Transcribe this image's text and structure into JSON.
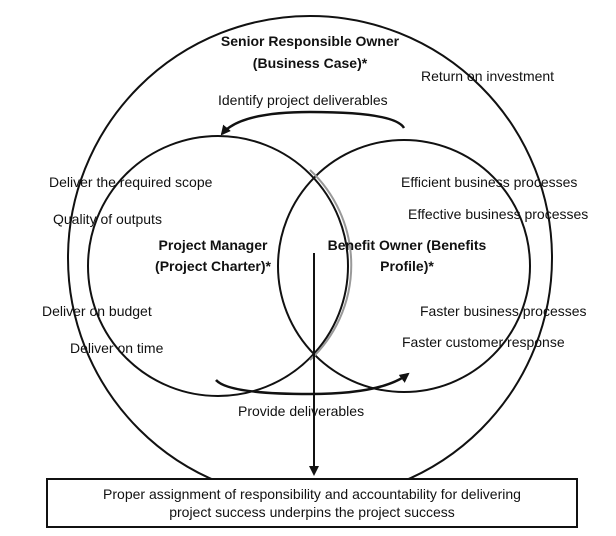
{
  "senior_owner": {
    "title_line1": "Senior Responsible Owner",
    "title_line2": "(Business Case)*",
    "roi_label": "Return on investment",
    "identify_label": "Identify project deliverables"
  },
  "project_manager": {
    "title_line1": "Project Manager",
    "title_line2": "(Project Charter)*",
    "items": [
      "Deliver the required scope",
      "Quality of outputs",
      "Deliver on budget",
      "Deliver on time"
    ]
  },
  "benefit_owner": {
    "title_line1": "Benefit Owner (Benefits",
    "title_line2": "Profile)*",
    "items": [
      "Efficient business processes",
      "Effective business processes",
      "Faster business processes",
      "Faster customer response"
    ]
  },
  "provide_label": "Provide deliverables",
  "bottom_box": {
    "line1": "Proper assignment of responsibility and accountability for delivering",
    "line2": "project success underpins the project success"
  }
}
